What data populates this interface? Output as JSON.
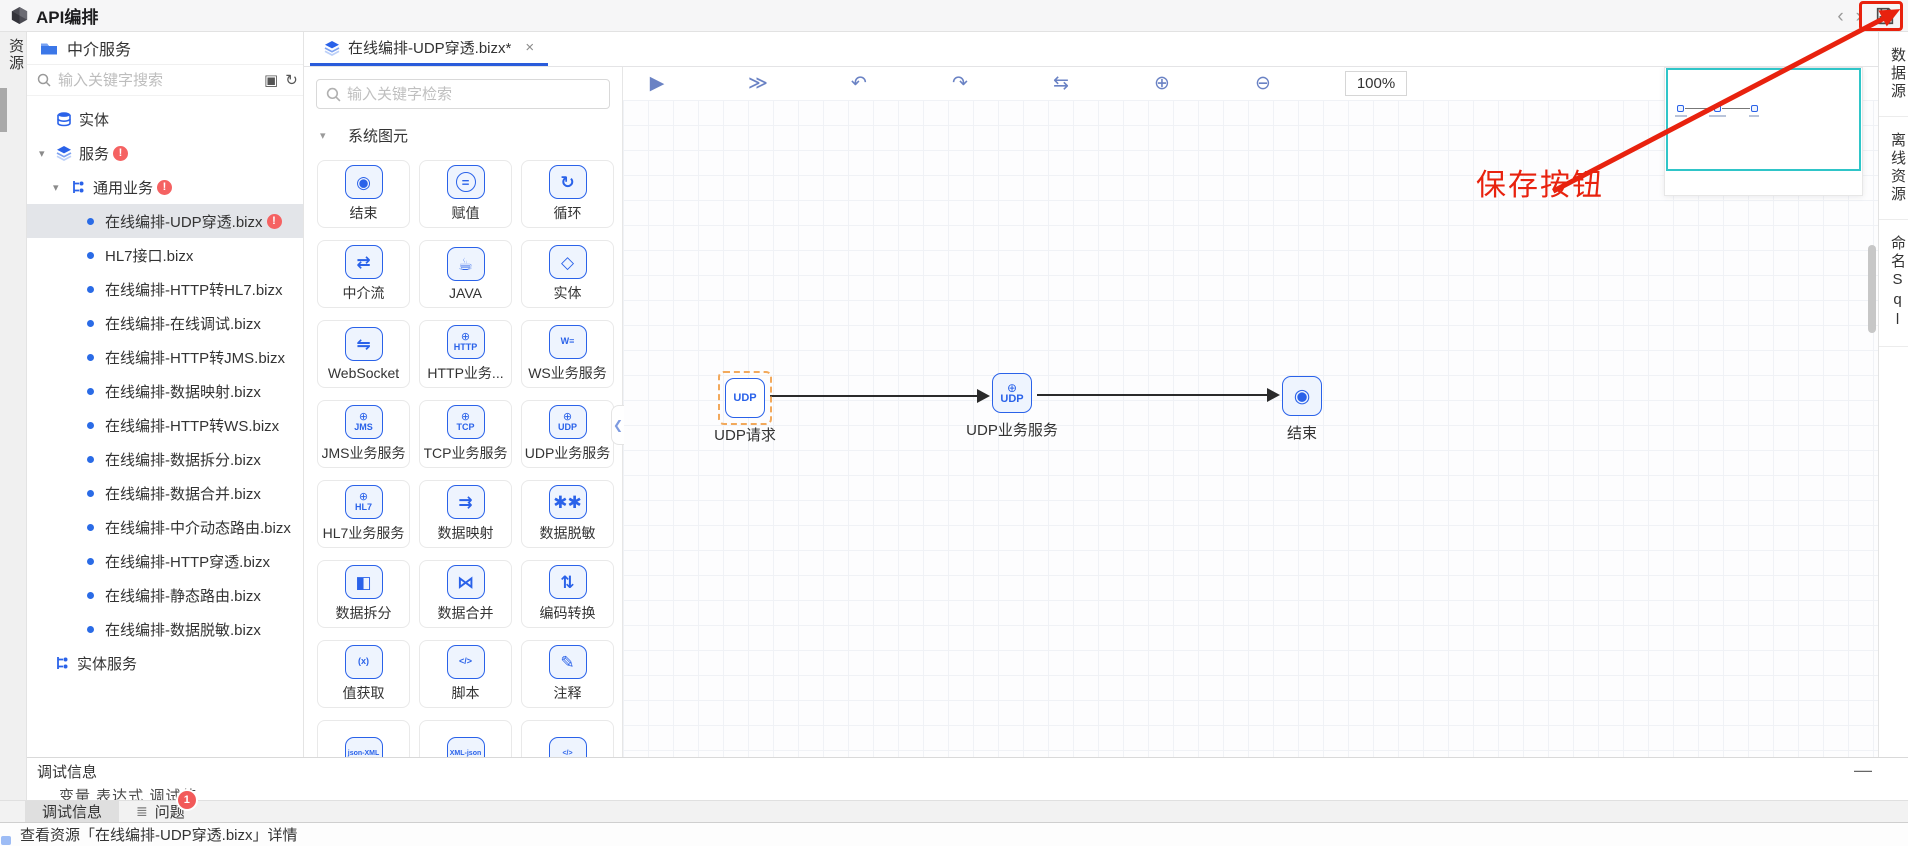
{
  "app": {
    "title": "API编排"
  },
  "header": {
    "nav_back": "‹",
    "nav_forward": "›"
  },
  "left_rail": {
    "label": "资源"
  },
  "explorer": {
    "title": "中介服务",
    "search_placeholder": "输入关键字搜索",
    "tools": [
      {
        "icon": "import-icon",
        "glyph": "▣"
      },
      {
        "icon": "refresh-icon",
        "glyph": "↻"
      },
      {
        "icon": "collapse-all-icon",
        "glyph": "⊟"
      }
    ],
    "tree": [
      {
        "label": "实体",
        "icon": "db",
        "level": 1
      },
      {
        "label": "服务",
        "icon": "layers",
        "level": 1,
        "caret": true,
        "badge": "!"
      },
      {
        "label": "通用业务",
        "icon": "branch",
        "level": 2,
        "caret": true,
        "badge": "!"
      },
      {
        "label": "在线编排-UDP穿透.bizx",
        "icon": "dot",
        "level": 3,
        "badge": "!",
        "selected": true
      },
      {
        "label": "HL7接口.bizx",
        "icon": "dot",
        "level": 3
      },
      {
        "label": "在线编排-HTTP转HL7.bizx",
        "icon": "dot",
        "level": 3
      },
      {
        "label": "在线编排-在线调试.bizx",
        "icon": "dot",
        "level": 3
      },
      {
        "label": "在线编排-HTTP转JMS.bizx",
        "icon": "dot",
        "level": 3
      },
      {
        "label": "在线编排-数据映射.bizx",
        "icon": "dot",
        "level": 3
      },
      {
        "label": "在线编排-HTTP转WS.bizx",
        "icon": "dot",
        "level": 3
      },
      {
        "label": "在线编排-数据拆分.bizx",
        "icon": "dot",
        "level": 3
      },
      {
        "label": "在线编排-数据合并.bizx",
        "icon": "dot",
        "level": 3
      },
      {
        "label": "在线编排-中介动态路由.bizx",
        "icon": "dot",
        "level": 3
      },
      {
        "label": "在线编排-HTTP穿透.bizx",
        "icon": "dot",
        "level": 3
      },
      {
        "label": "在线编排-静态路由.bizx",
        "icon": "dot",
        "level": 3
      },
      {
        "label": "在线编排-数据脱敏.bizx",
        "icon": "dot",
        "level": 3
      },
      {
        "label": "实体服务",
        "icon": "branch",
        "level": 2
      }
    ]
  },
  "editor": {
    "tab_label": "在线编排-UDP穿透.bizx*",
    "tab_close": "×"
  },
  "palette": {
    "search_placeholder": "输入关键字检索",
    "section": "系统图元",
    "items": [
      {
        "label": "结束",
        "icon": "end-icon",
        "glyph": "◉"
      },
      {
        "label": "赋值",
        "icon": "assign-icon",
        "glyph": "=",
        "circle": true
      },
      {
        "label": "循环",
        "icon": "loop-icon",
        "glyph": "↻"
      },
      {
        "label": "中介流",
        "icon": "mediator-flow-icon",
        "glyph": "⇄"
      },
      {
        "label": "JAVA",
        "icon": "java-icon",
        "glyph": "☕"
      },
      {
        "label": "实体",
        "icon": "entity-icon",
        "glyph": "◇"
      },
      {
        "label": "WebSocket",
        "icon": "websocket-icon",
        "glyph": "⇋"
      },
      {
        "label": "HTTP业务...",
        "icon": "http-service-icon",
        "icon_text": "HTTP",
        "globe": true
      },
      {
        "label": "WS业务服务",
        "icon": "ws-service-icon",
        "icon_text": "W≡"
      },
      {
        "label": "JMS业务服务",
        "icon": "jms-service-icon",
        "icon_text": "JMS",
        "globe": true
      },
      {
        "label": "TCP业务服务",
        "icon": "tcp-service-icon",
        "icon_text": "TCP",
        "globe": true
      },
      {
        "label": "UDP业务服务",
        "icon": "udp-service-icon",
        "icon_text": "UDP",
        "globe": true
      },
      {
        "label": "HL7业务服务",
        "icon": "hl7-service-icon",
        "icon_text": "HL7",
        "globe": true
      },
      {
        "label": "数据映射",
        "icon": "data-mapping-icon",
        "glyph": "⇉"
      },
      {
        "label": "数据脱敏",
        "icon": "data-masking-icon",
        "glyph": "✱✱"
      },
      {
        "label": "数据拆分",
        "icon": "data-split-icon",
        "glyph": "◧"
      },
      {
        "label": "数据合并",
        "icon": "data-merge-icon",
        "glyph": "⋈"
      },
      {
        "label": "编码转换",
        "icon": "encoding-convert-icon",
        "glyph": "⇅"
      },
      {
        "label": "值获取",
        "icon": "value-get-icon",
        "icon_text": "(x)"
      },
      {
        "label": "脚本",
        "icon": "script-icon",
        "icon_text": "</>"
      },
      {
        "label": "注释",
        "icon": "comment-icon",
        "glyph": "✎"
      }
    ],
    "items_clipped": [
      {
        "icon": "json-to-xml-icon",
        "icon_text": "json-XML"
      },
      {
        "icon": "xml-to-json-icon",
        "icon_text": "XML-json"
      },
      {
        "icon": "code-icon",
        "icon_text": "</>"
      }
    ]
  },
  "canvas": {
    "toolbar": [
      {
        "icon": "debug-run-icon",
        "glyph": "▶"
      },
      {
        "icon": "debug-step-icon",
        "glyph": "≫"
      },
      {
        "icon": "undo-icon",
        "glyph": "↶"
      },
      {
        "icon": "redo-icon",
        "glyph": "↷"
      },
      {
        "icon": "sync-icon",
        "glyph": "⇆"
      },
      {
        "icon": "zoom-in-icon",
        "glyph": "⊕"
      },
      {
        "icon": "zoom-out-icon",
        "glyph": "⊖"
      }
    ],
    "zoom_level": "100%",
    "nodes": [
      {
        "label": "UDP请求",
        "icon": "udp-request-icon",
        "icon_text": "UDP",
        "selected": true
      },
      {
        "label": "UDP业务服务",
        "icon": "udp-service-icon",
        "icon_text": "UDP",
        "globe": true
      },
      {
        "label": "结束",
        "icon": "end-icon",
        "glyph": "◉"
      }
    ],
    "edges": [
      {
        "from": 0,
        "to": 1
      },
      {
        "from": 1,
        "to": 2
      }
    ]
  },
  "right_rail": {
    "tabs": [
      {
        "label": "数据源"
      },
      {
        "label": "离线资源"
      },
      {
        "label": "命名Sql"
      }
    ]
  },
  "annotation": {
    "text": "保存按钮"
  },
  "debug_panel": {
    "title": "调试信息",
    "clipped_text": "变量  表达式  调试值",
    "tabs": [
      {
        "label": "调试信息",
        "active": true
      },
      {
        "label": "问题",
        "badge": "1",
        "icon": "list-icon"
      }
    ]
  },
  "status_bar": {
    "text": "查看资源「在线编排-UDP穿透.bizx」详情"
  }
}
